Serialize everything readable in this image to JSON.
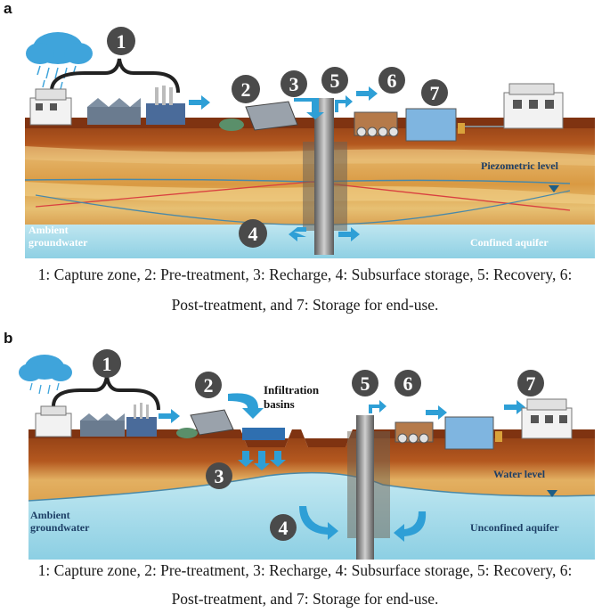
{
  "panel_a": {
    "letter": "a",
    "step_numbers": [
      "1",
      "2",
      "3",
      "4",
      "5",
      "6",
      "7"
    ],
    "labels": {
      "piezometric": "Piezometric level",
      "ambient": [
        "Ambient",
        "groundwater"
      ],
      "aquifer": "Confined aquifer"
    },
    "caption": {
      "line1": "1: Capture zone, 2: Pre-treatment, 3: Recharge, 4: Subsurface storage, 5: Recovery, 6:",
      "line2": "Post-treatment, and 7: Storage for end-use."
    }
  },
  "panel_b": {
    "letter": "b",
    "step_numbers": [
      "1",
      "2",
      "3",
      "4",
      "5",
      "6",
      "7"
    ],
    "labels": {
      "infiltration": [
        "Infiltration",
        "basins"
      ],
      "water_level": "Water level",
      "ambient": [
        "Ambient",
        "groundwater"
      ],
      "aquifer": "Unconfined aquifer"
    },
    "caption": {
      "line1": "1: Capture zone, 2: Pre-treatment, 3: Recharge, 4: Subsurface storage, 5: Recovery, 6:",
      "line2": "Post-treatment, and 7: Storage for end-use."
    }
  },
  "colors": {
    "water": "#a9dbe9",
    "soil_top": "#8a3a16",
    "soil_mid": "#d9a047",
    "arrow": "#2e9fd6",
    "badge": "#4a4a4a"
  }
}
